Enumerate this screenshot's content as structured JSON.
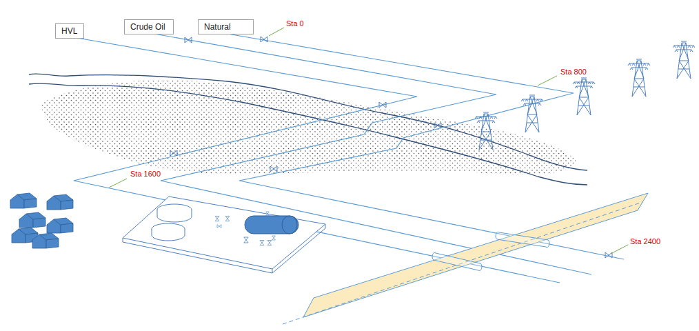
{
  "diagram": {
    "nodes": [
      {
        "text": [
          "HVL"
        ]
      },
      {
        "text": [
          "Crude Oil"
        ]
      },
      {
        "text": [
          "Natural"
        ]
      }
    ],
    "labels": [
      "Sta 0",
      "Sta 800",
      "Sta 1600",
      "Sta 2400"
    ]
  }
}
